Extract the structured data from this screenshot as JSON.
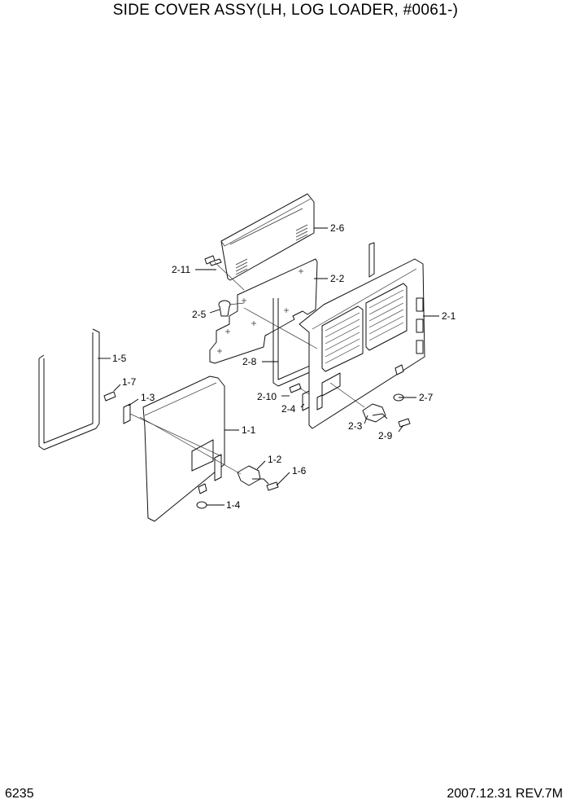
{
  "header": {
    "title": "SIDE COVER ASSY(LH, LOG LOADER, #0061-)"
  },
  "footer": {
    "page_number": "6235",
    "revision": "2007.12.31 REV.7M"
  },
  "callouts": {
    "c2_6": "2-6",
    "c2_11": "2-11",
    "c2_2": "2-2",
    "c2_5": "2-5",
    "c2_1": "2-1",
    "c2_8": "2-8",
    "c2_7": "2-7",
    "c2_10": "2-10",
    "c2_4": "2-4",
    "c2_3": "2-3",
    "c2_9": "2-9",
    "c1_5": "1-5",
    "c1_7": "1-7",
    "c1_3": "1-3",
    "c1_1": "1-1",
    "c1_2": "1-2",
    "c1_6": "1-6",
    "c1_4": "1-4"
  }
}
